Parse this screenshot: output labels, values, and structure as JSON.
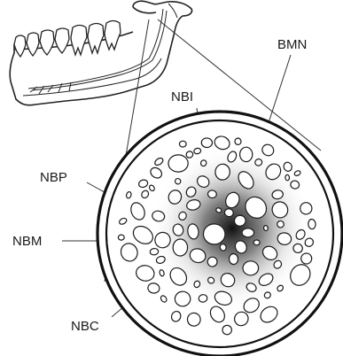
{
  "labels": {
    "bmn": "BMN",
    "nbi": "NBI",
    "nbp": "NBP",
    "nbm": "NBM",
    "nbc": "NBC"
  }
}
